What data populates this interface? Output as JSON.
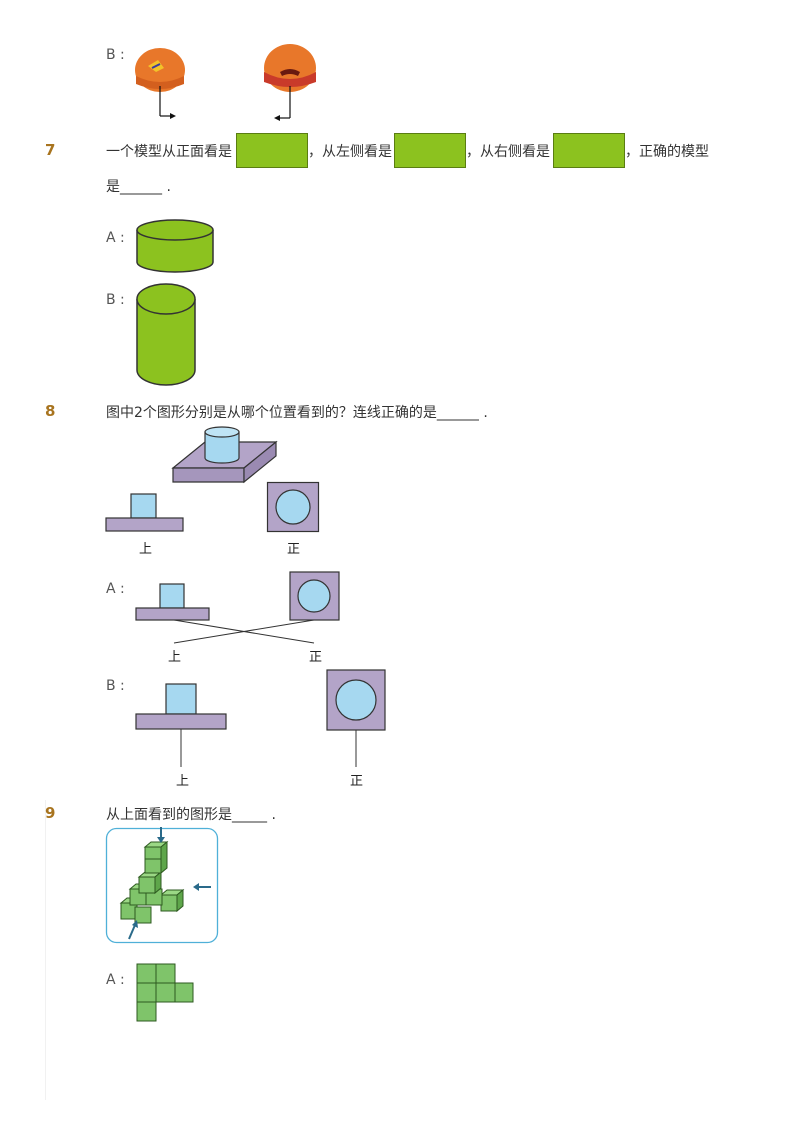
{
  "q6": {
    "option_b": "B :"
  },
  "q7": {
    "number": "7",
    "text_1": "一个模型从正面看是",
    "text_2": "，从左侧看是",
    "text_3": "，从右侧看是",
    "text_4": "，正确的模型",
    "text_5": "是______ .",
    "option_a": "A :",
    "option_b": "B :",
    "green": "#8cc21f"
  },
  "q8": {
    "number": "8",
    "text": "图中2个图形分别是从哪个位置看到的？连线正确的是______ .",
    "label_top": "上",
    "label_front": "正",
    "option_a": "A :",
    "option_b": "B :",
    "purple": "#b3a4c8",
    "blue": "#a6d8f0"
  },
  "q9": {
    "number": "9",
    "text": "从上面看到的图形是_____ .",
    "option_a": "A :",
    "cube_green": "#7fc46a"
  }
}
